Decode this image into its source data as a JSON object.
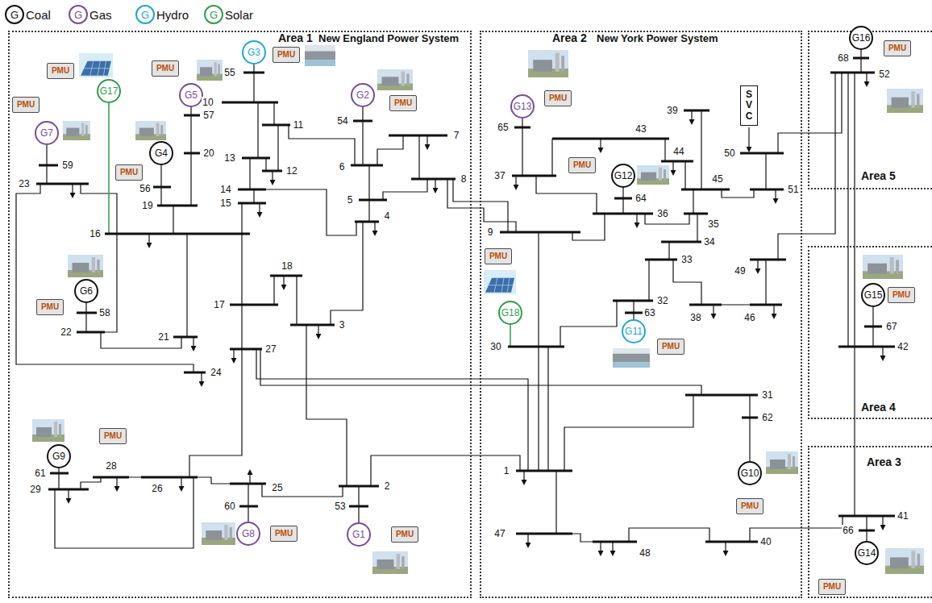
{
  "diagram": {
    "nodes": [
      {
        "text": [
          "Area 1",
          "New England Power System"
        ]
      },
      {
        "text": [
          "G17"
        ],
        "in": 0
      },
      {
        "text": [
          "PMU"
        ],
        "in": 0
      },
      {
        "text": [
          "G5"
        ],
        "in": 0
      },
      {
        "text": [
          "PMU"
        ],
        "in": 0
      },
      {
        "text": [
          "G3"
        ],
        "in": 0
      },
      {
        "text": [
          "PMU"
        ],
        "in": 0
      },
      {
        "text": [
          "G2"
        ],
        "in": 0
      },
      {
        "text": [
          "PMU"
        ],
        "in": 0
      },
      {
        "text": [
          "G7"
        ],
        "in": 0
      },
      {
        "text": [
          "PMU"
        ],
        "in": 0
      },
      {
        "text": [
          "G4"
        ],
        "in": 0
      },
      {
        "text": [
          "PMU"
        ],
        "in": 0
      },
      {
        "text": [
          "G6"
        ],
        "in": 0
      },
      {
        "text": [
          "PMU"
        ],
        "in": 0
      },
      {
        "text": [
          "G9"
        ],
        "in": 0
      },
      {
        "text": [
          "PMU"
        ],
        "in": 0
      },
      {
        "text": [
          "G8"
        ],
        "in": 0
      },
      {
        "text": [
          "PMU"
        ],
        "in": 0
      },
      {
        "text": [
          "G1"
        ],
        "in": 0
      },
      {
        "text": [
          "PMU"
        ],
        "in": 0
      },
      {
        "text": [
          "Area 2",
          "New York Power System"
        ]
      },
      {
        "text": [
          "G13"
        ],
        "in": 21
      },
      {
        "text": [
          "PMU"
        ],
        "in": 21
      },
      {
        "text": [
          "SVC"
        ],
        "in": 21
      },
      {
        "text": [
          "G12"
        ],
        "in": 21
      },
      {
        "text": [
          "PMU"
        ],
        "in": 21
      },
      {
        "text": [
          "G18"
        ],
        "in": 21
      },
      {
        "text": [
          "PMU"
        ],
        "in": 21
      },
      {
        "text": [
          "G11"
        ],
        "in": 21
      },
      {
        "text": [
          "PMU"
        ],
        "in": 21
      },
      {
        "text": [
          "G10"
        ],
        "in": 21
      },
      {
        "text": [
          "PMU"
        ],
        "in": 21
      },
      {
        "text": [
          "Area 5"
        ]
      },
      {
        "text": [
          "G16"
        ],
        "in": 33
      },
      {
        "text": [
          "PMU"
        ],
        "in": 33
      },
      {
        "text": [
          "Area 4"
        ]
      },
      {
        "text": [
          "G15"
        ],
        "in": 36
      },
      {
        "text": [
          "PMU"
        ],
        "in": 36
      },
      {
        "text": [
          "Area 3"
        ]
      },
      {
        "text": [
          "G14"
        ],
        "in": 39
      },
      {
        "text": [
          "PMU"
        ],
        "in": 39
      }
    ],
    "labels": [
      "G",
      "G",
      "G",
      "G",
      "55",
      "10",
      "54",
      "57",
      "11",
      "20",
      "13",
      "6",
      "7",
      "12",
      "59",
      "23",
      "8",
      "56",
      "14",
      "5",
      "19",
      "15",
      "4",
      "16",
      "18",
      "17",
      "58",
      "3",
      "22",
      "21",
      "27",
      "24",
      "28",
      "61",
      "29",
      "26",
      "25",
      "2",
      "53",
      "60",
      "65",
      "39",
      "43",
      "44",
      "50",
      "37",
      "45",
      "64",
      "51",
      "36",
      "35",
      "9",
      "34",
      "33",
      "49",
      "32",
      "63",
      "38",
      "46",
      "30",
      "31",
      "62",
      "1",
      "47",
      "48",
      "40",
      "68",
      "52",
      "67",
      "42",
      "41",
      "66"
    ],
    "legend": [
      {
        "text": "Coal"
      },
      {
        "text": "Gas"
      },
      {
        "text": "Hydro"
      },
      {
        "text": "Solar"
      }
    ]
  }
}
